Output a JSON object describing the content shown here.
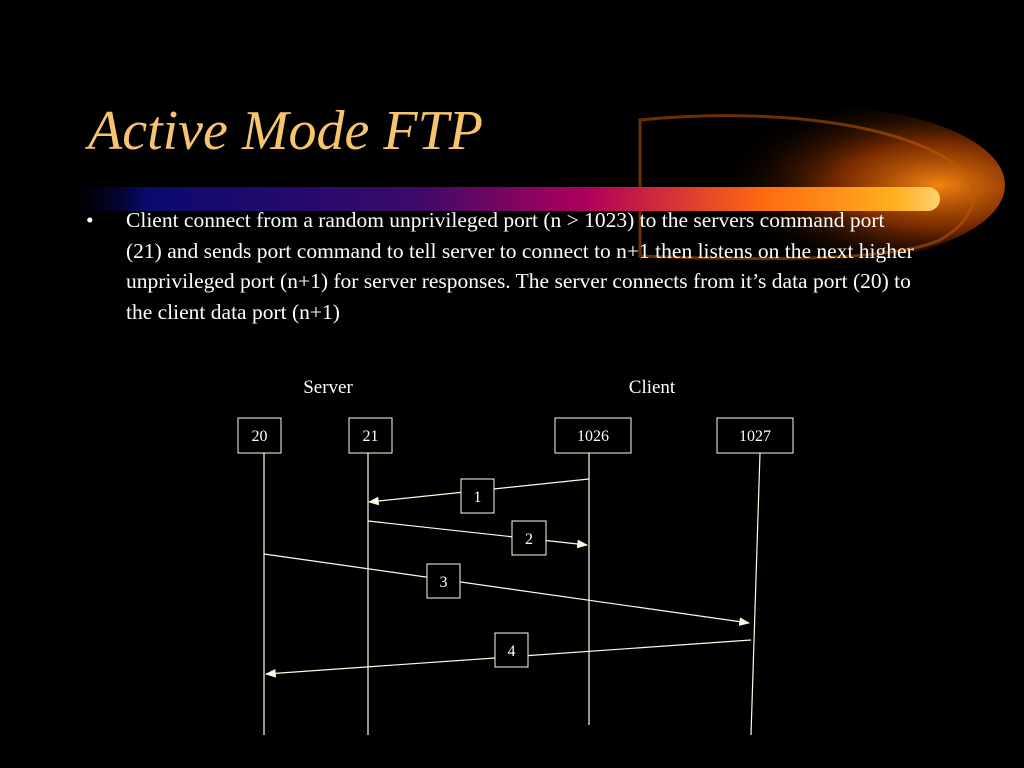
{
  "slide": {
    "title": "Active Mode FTP",
    "bullet_symbol": "•",
    "bullet_text": "Client connect from a random unprivileged port (n > 1023) to the servers command port (21) and sends port command to tell server to connect to n+1 then listens on the next higher unprivileged port (n+1) for server responses. The server connects from it’s data port (20) to the client data port (n+1)",
    "colors": {
      "background": "#000000",
      "title": "#f7c46e",
      "text": "#ffffff",
      "diagram_lines": "#fffbe6",
      "swoosh_start": "#0a0a6e",
      "swoosh_mid": "#b0005a",
      "swoosh_end": "#ffb020"
    }
  },
  "diagram": {
    "server_label": "Server",
    "client_label": "Client",
    "ports": [
      {
        "label": "20",
        "side": "server"
      },
      {
        "label": "21",
        "side": "server"
      },
      {
        "label": "1026",
        "side": "client"
      },
      {
        "label": "1027",
        "side": "client"
      }
    ],
    "messages": [
      {
        "step": "1",
        "from": "1026",
        "to": "21"
      },
      {
        "step": "2",
        "from": "21",
        "to": "1026"
      },
      {
        "step": "3",
        "from": "20",
        "to": "1027"
      },
      {
        "step": "4",
        "from": "1027",
        "to": "20"
      }
    ]
  }
}
